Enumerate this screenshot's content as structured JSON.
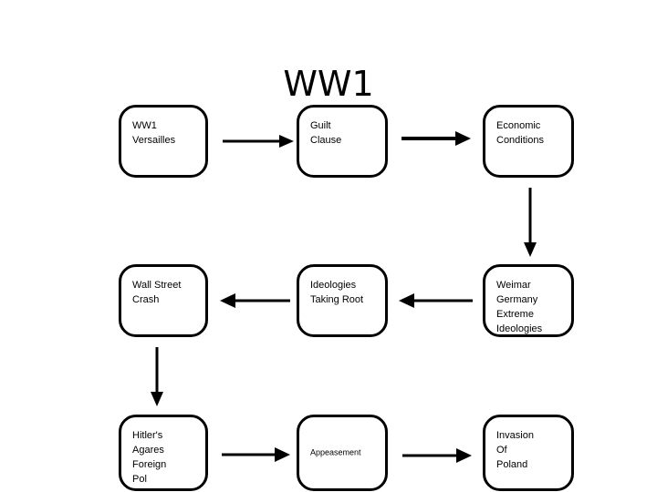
{
  "diagram": {
    "title": "WW1",
    "background_color": "#ffffff",
    "line_color": "#000000",
    "nodes": [
      {
        "id": "ww1-versailles",
        "text": "WW1\nVersailles",
        "row": 1,
        "col": 1
      },
      {
        "id": "guilt-clause",
        "text": "Guilt\nClause",
        "row": 1,
        "col": 2
      },
      {
        "id": "economic-conditions",
        "text": "Economic\nConditions",
        "row": 1,
        "col": 3
      },
      {
        "id": "wall-street-crash",
        "text": "Wall Street\nCrash",
        "row": 2,
        "col": 1
      },
      {
        "id": "ideologies-taking-root",
        "text": "Ideologies\nTaking Root",
        "row": 2,
        "col": 2
      },
      {
        "id": "weimar-germany",
        "text": "Weimar\nGermany\nExtreme\nIdeologies",
        "row": 2,
        "col": 3
      },
      {
        "id": "hitlers-foreign-pol",
        "text": "Hitler's\nAgares\nForeign\nPol",
        "row": 3,
        "col": 1
      },
      {
        "id": "appeasement",
        "text": "Appeasement",
        "row": 3,
        "col": 2
      },
      {
        "id": "invasion-of-poland",
        "text": "Invasion\nOf\nPoland",
        "row": 3,
        "col": 3
      }
    ],
    "connections": [
      {
        "from": "ww1-versailles",
        "to": "guilt-clause",
        "direction": "right"
      },
      {
        "from": "guilt-clause",
        "to": "economic-conditions",
        "direction": "right"
      },
      {
        "from": "economic-conditions",
        "to": "weimar-germany",
        "direction": "down"
      },
      {
        "from": "weimar-germany",
        "to": "ideologies-taking-root",
        "direction": "left"
      },
      {
        "from": "ideologies-taking-root",
        "to": "wall-street-crash",
        "direction": "left"
      },
      {
        "from": "wall-street-crash",
        "to": "hitlers-foreign-pol",
        "direction": "down"
      },
      {
        "from": "hitlers-foreign-pol",
        "to": "appeasement",
        "direction": "right"
      },
      {
        "from": "appeasement",
        "to": "invasion-of-poland",
        "direction": "right"
      }
    ]
  }
}
